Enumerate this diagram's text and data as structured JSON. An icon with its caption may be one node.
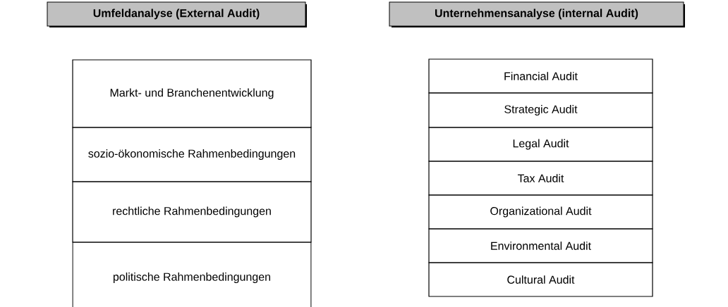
{
  "diagram": {
    "nodes": [
      {
        "text": [
          "Umfeldanalyse (External Audit)"
        ]
      },
      {
        "text": [
          "Markt- und Branchenentwicklung"
        ]
      },
      {
        "text": [
          "sozio-ökonomische Rahmenbedingungen"
        ]
      },
      {
        "text": [
          "rechtliche Rahmenbedingungen"
        ]
      },
      {
        "text": [
          "politische Rahmenbedingungen"
        ]
      },
      {
        "text": [
          "Unternehmensanalyse (internal Audit)"
        ]
      },
      {
        "text": [
          "Financial Audit"
        ]
      },
      {
        "text": [
          "Strategic Audit"
        ]
      },
      {
        "text": [
          "Legal Audit"
        ]
      },
      {
        "text": [
          "Tax Audit"
        ]
      },
      {
        "text": [
          "Organizational Audit"
        ]
      },
      {
        "text": [
          "Environmental Audit"
        ]
      },
      {
        "text": [
          "Cultural Audit"
        ]
      }
    ]
  }
}
